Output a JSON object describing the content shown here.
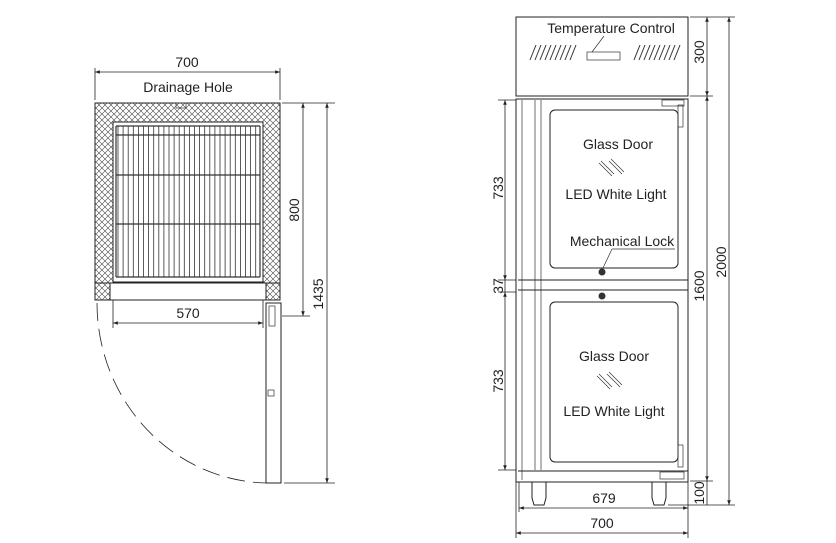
{
  "top_view": {
    "width_label": "700",
    "drainage_label": "Drainage Hole",
    "depth_label": "800",
    "inner_width_label": "570",
    "open_depth_label": "1435"
  },
  "front_view": {
    "temperature_control_label": "Temperature Control",
    "upper_door": {
      "glass_label": "Glass Door",
      "light_label": "LED White Light"
    },
    "lock_label": "Mechanical Lock",
    "lower_door": {
      "glass_label": "Glass Door",
      "light_label": "LED White Light"
    },
    "dims": {
      "top_section": "300",
      "upper_door_height": "733",
      "gap": "37",
      "lower_door_height": "733",
      "cabinet_height": "1600",
      "total_height": "2000",
      "leg_height": "100",
      "inner_width": "679",
      "outer_width": "700"
    }
  }
}
